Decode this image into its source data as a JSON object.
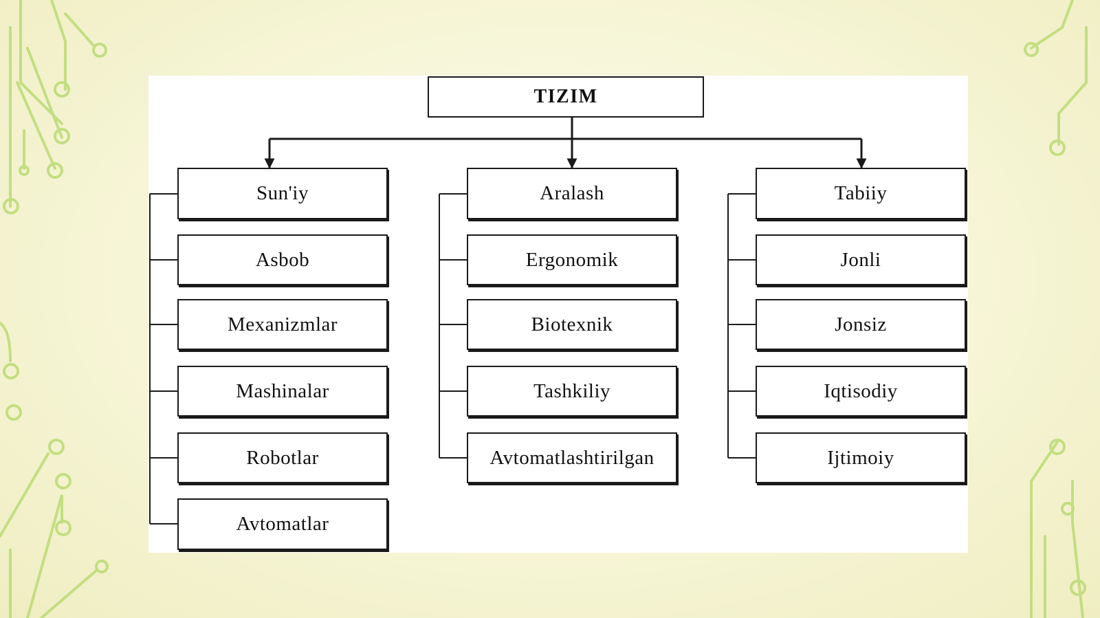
{
  "root": {
    "label": "TIZIM"
  },
  "columns": [
    {
      "header": "Sun'iy",
      "items": [
        "Asbob",
        "Mexanizmlar",
        "Mashinalar",
        "Robotlar",
        "Avtomatlar"
      ]
    },
    {
      "header": "Aralash",
      "items": [
        "Ergonomik",
        "Biotexnik",
        "Tashkiliy",
        "Avtomatlashtirilgan"
      ]
    },
    {
      "header": "Tabiiy",
      "items": [
        "Jonli",
        "Jonsiz",
        "Iqtisodiy",
        "Ijtimoiy"
      ]
    }
  ],
  "colors": {
    "line": "#1a1a1a",
    "decor_green": "#b4d86a",
    "panel": "#ffffff"
  }
}
